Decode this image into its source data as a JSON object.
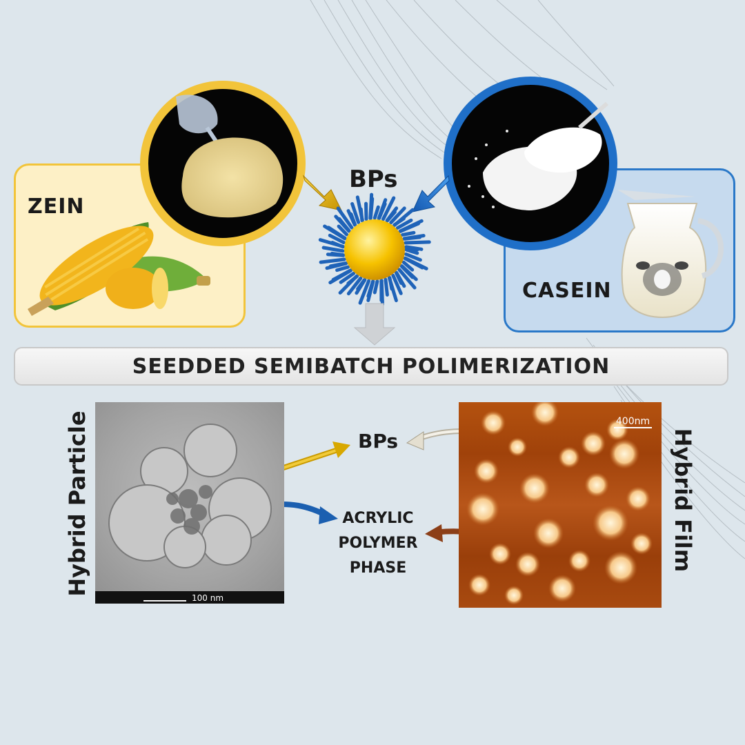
{
  "labels": {
    "zein": "ZEIN",
    "casein": "CASEIN",
    "bps_top": "BPs",
    "banner": "SEEDDED SEMIBATCH POLIMERIZATION",
    "bps_mid": "BPs",
    "acrylic_line1": "ACRYLIC",
    "acrylic_line2": "POLYMER",
    "acrylic_line3": "PHASE",
    "hybrid_particle": "Hybrid Particle",
    "hybrid_film": "Hybrid Film",
    "tem_scale": "100 nm",
    "afm_scale": "400nm"
  },
  "colors": {
    "zein_accent": "#f2c43a",
    "casein_accent": "#2a78c8",
    "background": "#dde6ec",
    "arrow_yellow": "#e6b800",
    "arrow_blue": "#1f6fc8",
    "arrow_brown": "#a0522d"
  },
  "icons": {
    "corn": "corn-icon",
    "milk_jug": "milk-jug-icon",
    "powder_zein": "zein-powder-icon",
    "powder_casein": "casein-powder-icon",
    "particle": "biopolymer-particle-icon"
  }
}
